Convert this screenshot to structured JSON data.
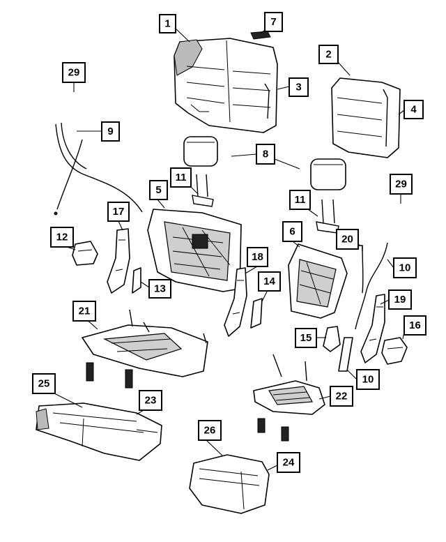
{
  "callouts": [
    {
      "id": "c1",
      "label": "1"
    },
    {
      "id": "c2",
      "label": "2"
    },
    {
      "id": "c3",
      "label": "3"
    },
    {
      "id": "c4",
      "label": "4"
    },
    {
      "id": "c5",
      "label": "5"
    },
    {
      "id": "c6",
      "label": "6"
    },
    {
      "id": "c7",
      "label": "7"
    },
    {
      "id": "c8",
      "label": "8"
    },
    {
      "id": "c9",
      "label": "9"
    },
    {
      "id": "c10a",
      "label": "10"
    },
    {
      "id": "c10b",
      "label": "10"
    },
    {
      "id": "c11a",
      "label": "11"
    },
    {
      "id": "c11b",
      "label": "11"
    },
    {
      "id": "c12",
      "label": "12"
    },
    {
      "id": "c13",
      "label": "13"
    },
    {
      "id": "c14",
      "label": "14"
    },
    {
      "id": "c15",
      "label": "15"
    },
    {
      "id": "c16",
      "label": "16"
    },
    {
      "id": "c17",
      "label": "17"
    },
    {
      "id": "c18",
      "label": "18"
    },
    {
      "id": "c19",
      "label": "19"
    },
    {
      "id": "c20",
      "label": "20"
    },
    {
      "id": "c21",
      "label": "21"
    },
    {
      "id": "c22",
      "label": "22"
    },
    {
      "id": "c23",
      "label": "23"
    },
    {
      "id": "c24",
      "label": "24"
    },
    {
      "id": "c25",
      "label": "25"
    },
    {
      "id": "c26",
      "label": "26"
    },
    {
      "id": "c29a",
      "label": "29"
    },
    {
      "id": "c29b",
      "label": "29"
    }
  ]
}
